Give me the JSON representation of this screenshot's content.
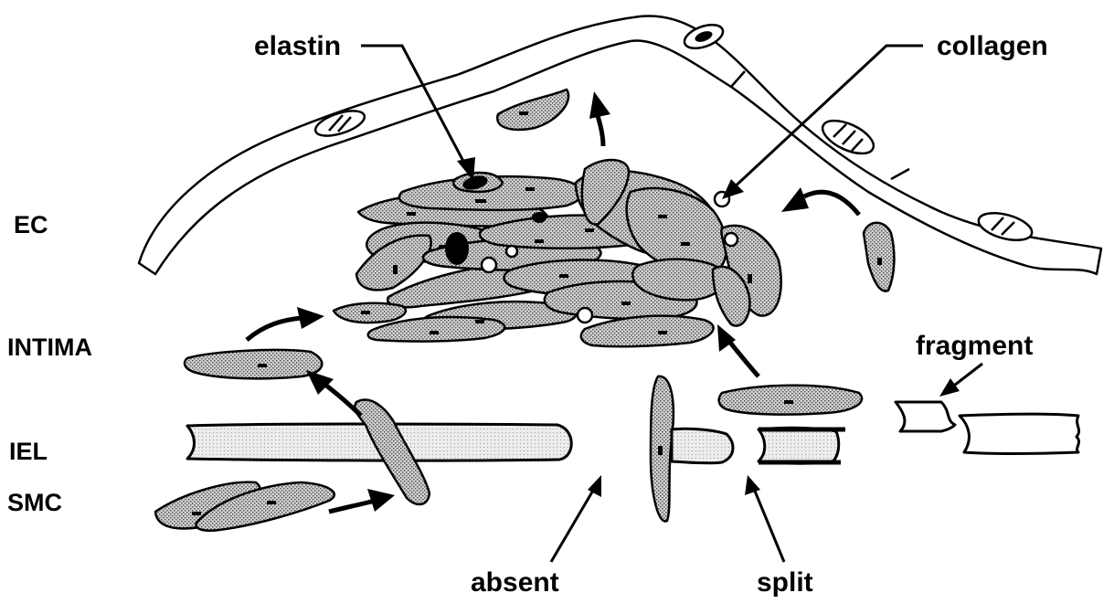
{
  "layer_labels": {
    "ec": "EC",
    "intima": "INTIMA",
    "iel": "IEL",
    "smc": "SMC"
  },
  "callouts": {
    "elastin": "elastin",
    "collagen": "collagen",
    "fragment": "fragment",
    "absent": "absent",
    "split": "split"
  }
}
